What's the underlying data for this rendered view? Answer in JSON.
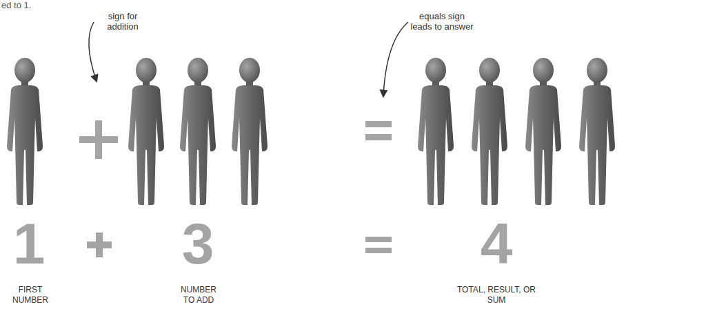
{
  "diagram": {
    "labels": [
      "ed to 1.",
      "sign for addition",
      "equals sign leads to answer",
      "1",
      "3",
      "4",
      "FIRST NUMBER",
      "NUMBER TO ADD",
      "TOTAL, RESULT, OR SUM"
    ]
  }
}
